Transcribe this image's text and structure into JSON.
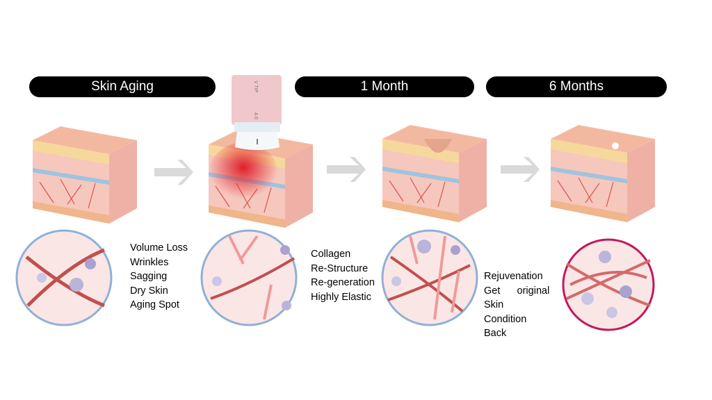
{
  "stages": [
    {
      "label": "Skin Aging",
      "effects": [
        "Volume Loss",
        "Wrinkles",
        "Sagging",
        "Dry Skin",
        "Aging Spot"
      ]
    },
    {
      "label": "",
      "effects": [
        "Collagen",
        "Re-Structure",
        "Re-generation",
        "Highly Elastic"
      ]
    },
    {
      "label": "1 Month",
      "effects": [
        "Rejuvenation",
        "Get      original",
        "Skin",
        "Condition",
        "Back"
      ]
    },
    {
      "label": "6 Months",
      "effects": []
    }
  ],
  "device": {
    "tip_label": "V TIP",
    "depth_label": "4.0"
  },
  "colors": {
    "pill": "#000000",
    "skin": "#f2b9a8",
    "arrow": "#d9d9d9",
    "circle_border": "#8fb0d6",
    "circle_border_final": "#c2185b"
  }
}
